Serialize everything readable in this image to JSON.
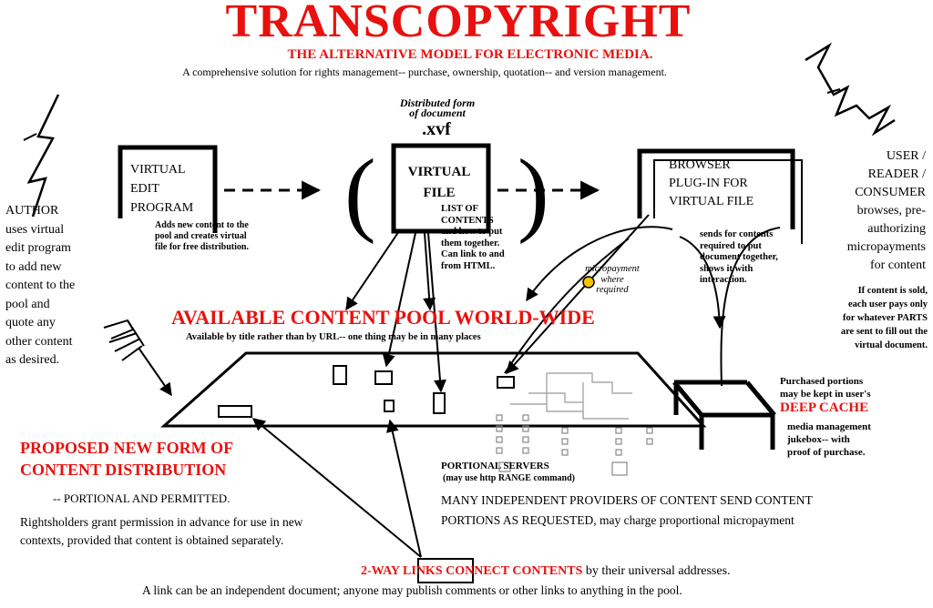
{
  "header": {
    "title": "TRANSCOPYRIGHT",
    "subtitle": "THE ALTERNATIVE MODEL FOR ELECTRONIC MEDIA.",
    "tagline": "A comprehensive solution for rights management-- purchase, ownership, quotation-- and version management."
  },
  "top_boxes": {
    "edit_program": "VIRTUAL\nEDIT\nPROGRAM",
    "edit_program_note": "Adds new content to the\npool and creates virtual\nfile for free distribution.",
    "distributed_form": "Distributed form\nof document",
    "xvf": ".xvf",
    "virtual_file": "VIRTUAL\nFILE",
    "virtual_file_note": "LIST OF\nCONTENTS\nand how to put\nthem together.\nCan link to and\nfrom HTML.",
    "browser_plugin": "BROWSER\nPLUG-IN FOR\nVIRTUAL FILE",
    "browser_note": "sends for contents\nrequired to put\ndocument together,\nshows it with\ninteraction."
  },
  "author": "AUTHOR\nuses virtual\nedit program\nto add new\ncontent to the\npool and\nquote any\nother content\nas desired.",
  "user": {
    "heading": "USER /\nREADER /\nCONSUMER",
    "text": "browses, pre-\nauthorizing\nmicropayments\nfor content",
    "note": "If content is sold,\neach user pays only\nfor whatever PARTS\nare sent to fill out the\nvirtual document."
  },
  "micropayment": "micropayment\nwhere\nrequired",
  "pool": {
    "title": "AVAILABLE CONTENT POOL WORLD-WIDE",
    "subtitle": "Available by title rather than by URL-- one thing may be in many places"
  },
  "cache": {
    "intro": "Purchased portions\nmay be kept in user's",
    "title": "DEEP CACHE",
    "text": "media management\njukebox-- with\nproof of purchase."
  },
  "proposal": {
    "title": "PROPOSED NEW FORM OF\nCONTENT DISTRIBUTION",
    "subtitle": "-- PORTIONAL AND PERMITTED.",
    "text": "Rightsholders grant permission in advance for use in new\ncontexts, provided that content is obtained separately."
  },
  "servers": {
    "label": "PORTIONAL SERVERS",
    "note": "(may use http RANGE command)",
    "text": "MANY INDEPENDENT PROVIDERS OF CONTENT SEND CONTENT",
    "text2": "PORTIONS AS REQUESTED",
    "text3": ", may charge proportional micropayment"
  },
  "links": {
    "label1": "2-WAY ",
    "label2": "LINKS",
    "label3": " CONNECT CONTENTS",
    "text": " by their universal addresses.",
    "note": "A link can be an independent document;  anyone may publish comments or other links to anything in the pool."
  },
  "colors": {
    "accent": "#e8110e",
    "micropayment_dot": "#f5c400"
  }
}
